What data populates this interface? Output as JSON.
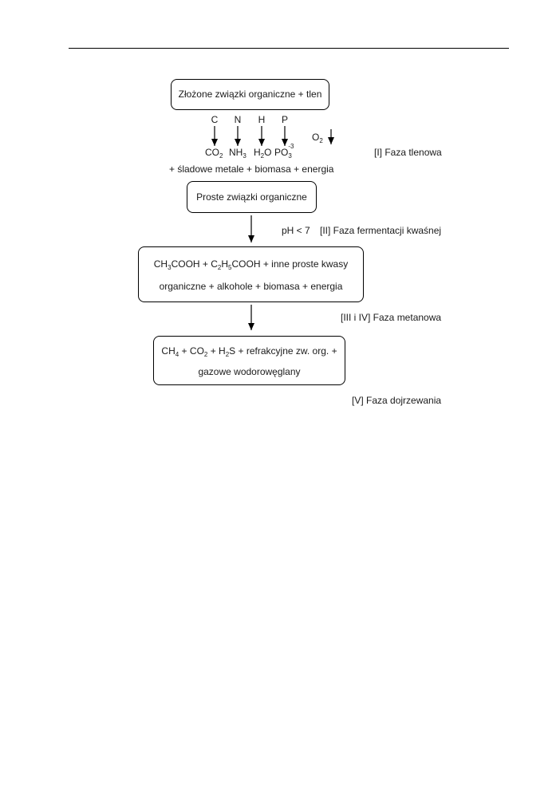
{
  "box1": "Złożone związki organiczne + tlen",
  "elements": [
    "C",
    "N",
    "H",
    "P"
  ],
  "oxygen": {
    "symbol": "O",
    "sub": "2"
  },
  "products": {
    "co2": {
      "a": "CO",
      "sub": "2"
    },
    "nh3": {
      "a": "NH",
      "sub": "3"
    },
    "h2o": {
      "a": "H",
      "sub": "2",
      "b": "O"
    },
    "po3": {
      "a": "PO",
      "sub": "3",
      "sup": "-3"
    }
  },
  "phase1_byproducts": "+ śladowe metale + biomasa + energia",
  "phase1_label": "[I] Faza tlenowa",
  "box2": "Proste związki organiczne",
  "ph_condition": "pH < 7",
  "phase2_label": "[II] Faza fermentacji kwaśnej",
  "box3": {
    "line1": {
      "acetic": {
        "a": "CH",
        "sub": "3",
        "b": "COOH"
      },
      "plus1": " + ",
      "propionic": {
        "a": "C",
        "sub1": "2",
        "b": "H",
        "sub2": "5",
        "c": "COOH"
      },
      "rest": " + inne proste kwasy"
    },
    "line2": "organiczne + alkohole + biomasa + energia"
  },
  "phase3_label": "[III i IV] Faza metanowa",
  "box4": {
    "line1": {
      "ch4": {
        "a": "CH",
        "sub": "4"
      },
      "co2": {
        "a": "CO",
        "sub": "2"
      },
      "h2s": {
        "a": "H",
        "sub": "2",
        "b": "S"
      },
      "plus": " + ",
      "rest": " + refrakcyjne zw. org. +"
    },
    "line2": "gazowe wodorowęglany"
  },
  "phase4_label": "[V] Faza dojrzewania"
}
